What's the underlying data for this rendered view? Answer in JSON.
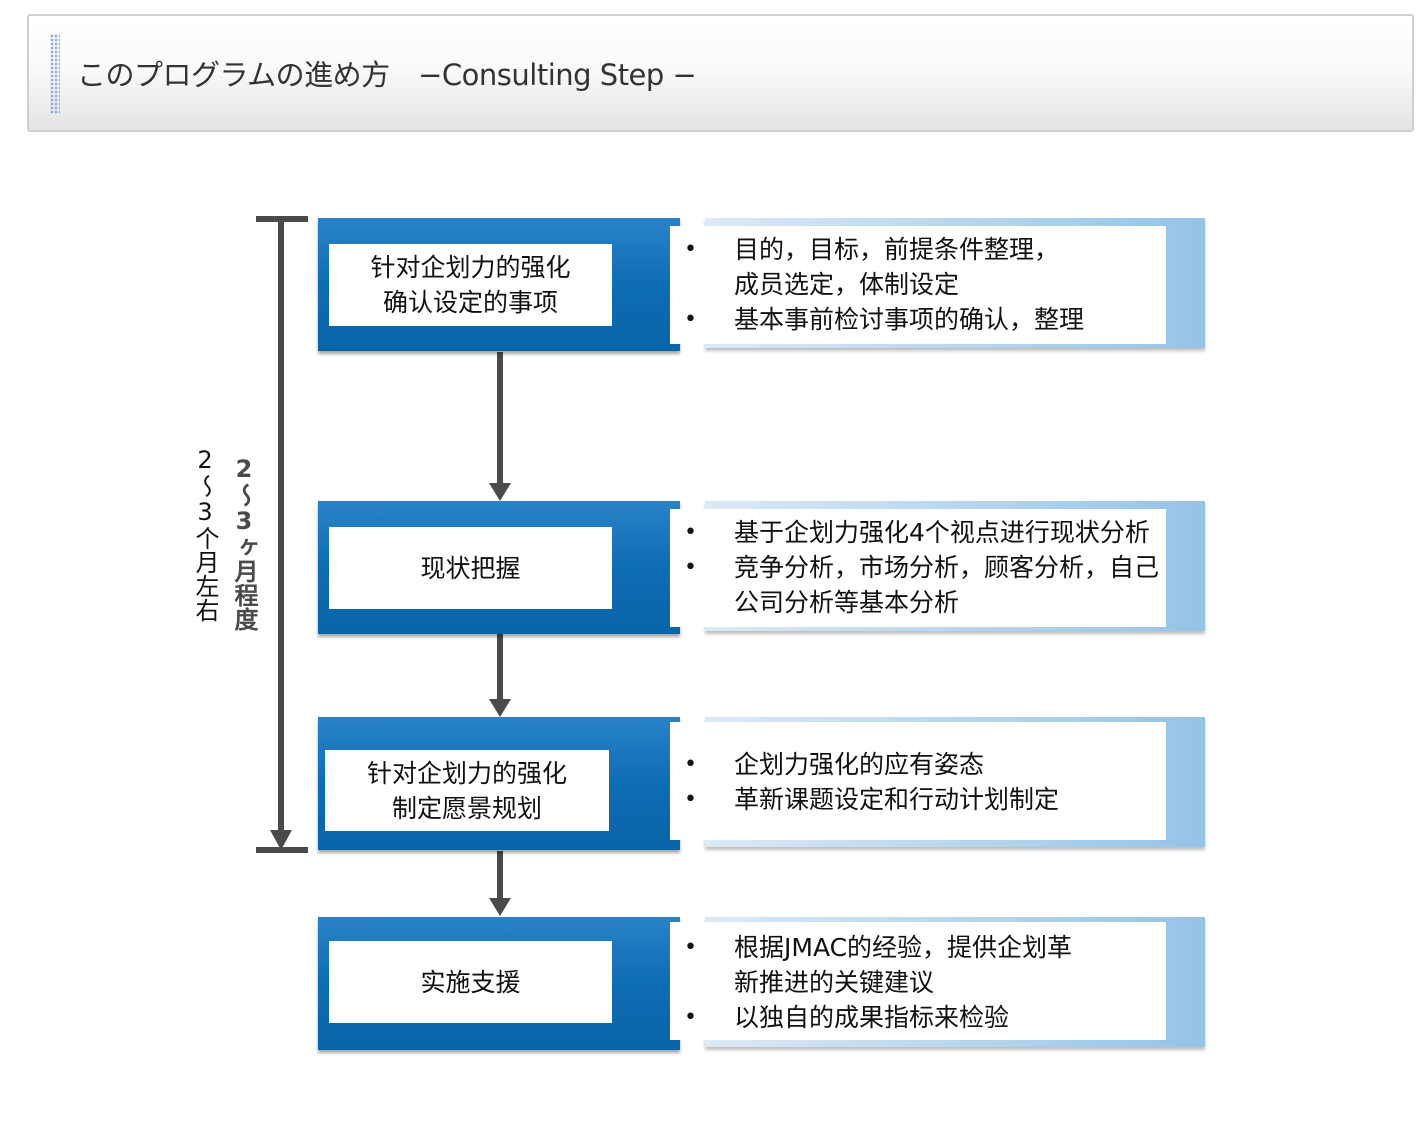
{
  "header": {
    "title": "このプログラムの進め方　−Consulting Step −"
  },
  "period": {
    "label_cn": "2～3个月左右",
    "label_jp": "2～3ヶ月程度"
  },
  "steps": [
    {
      "label_lines": [
        "针对企划力的强化",
        "确认设定的事项"
      ],
      "bullets": [
        {
          "lines": [
            "目的，目标，前提条件整理，",
            "成员选定，体制设定"
          ]
        },
        {
          "lines": [
            "基本事前检讨事项的确认，整理"
          ]
        }
      ]
    },
    {
      "label_lines": [
        "现状把握"
      ],
      "bullets": [
        {
          "lines": [
            "基于企划力强化4个视点进行现状分析"
          ]
        },
        {
          "lines": [
            "竞争分析，市场分析，顾客分析，自己",
            "公司分析等基本分析"
          ]
        }
      ]
    },
    {
      "label_lines": [
        "针对企划力的强化",
        "制定愿景规划"
      ],
      "bullets": [
        {
          "lines": [
            "企划力强化的应有姿态"
          ]
        },
        {
          "lines": [
            "革新课题设定和行动计划制定"
          ]
        }
      ]
    },
    {
      "label_lines": [
        "实施支援"
      ],
      "bullets": [
        {
          "lines": [
            "根据JMAC的经验，提供企划革",
            "新推进的关键建议"
          ]
        },
        {
          "lines": [
            "以独自的成果指标来检验"
          ]
        }
      ]
    }
  ],
  "bullet_symbol": "•",
  "colors": {
    "step_blue": "#0f6db4",
    "detail_light_blue": "#a6cdea",
    "arrow_gray": "#4a4a4a"
  }
}
